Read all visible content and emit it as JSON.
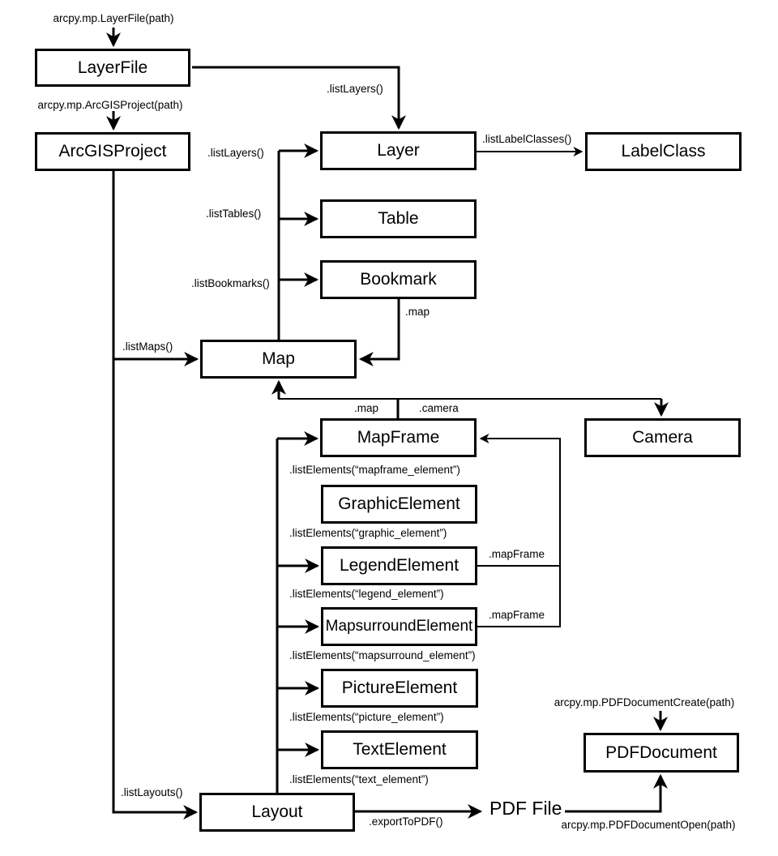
{
  "nodes": {
    "layerfile": "LayerFile",
    "arcgisproject": "ArcGISProject",
    "layer": "Layer",
    "labelclass": "LabelClass",
    "table": "Table",
    "bookmark": "Bookmark",
    "map": "Map",
    "mapframe": "MapFrame",
    "camera": "Camera",
    "graphicelement": "GraphicElement",
    "legendelement": "LegendElement",
    "mapsurroundelement": "MapsurroundElement",
    "pictureelement": "PictureElement",
    "textelement": "TextElement",
    "layout": "Layout",
    "pdfdocument": "PDFDocument",
    "pdffile": "PDF File"
  },
  "constructors": {
    "layerfile": "arcpy.mp.LayerFile(path)",
    "arcgisproject": "arcpy.mp.ArcGISProject(path)",
    "pdfdocument_create": "arcpy.mp.PDFDocumentCreate(path)",
    "pdfdocument_open": "arcpy.mp.PDFDocumentOpen(path)"
  },
  "methods": {
    "listlayers_layerfile": ".listLayers()",
    "listlabelclasses": ".listLabelClasses()",
    "listlayers_map": ".listLayers()",
    "listtables": ".listTables()",
    "listbookmarks": ".listBookmarks()",
    "map_from_bookmark": ".map",
    "listmaps": ".listMaps()",
    "map_from_mapframe": ".map",
    "camera": ".camera",
    "listelements_mapframe": ".listElements(“mapframe_element”)",
    "listelements_graphic": ".listElements(“graphic_element”)",
    "mapframe_from_legend": ".mapFrame",
    "listelements_legend": ".listElements(“legend_element”)",
    "mapframe_from_mapsurround": ".mapFrame",
    "listelements_mapsurround": ".listElements(“mapsurround_element”)",
    "listelements_picture": ".listElements(“picture_element”)",
    "listelements_text": ".listElements(“text_element”)",
    "listlayouts": ".listLayouts()",
    "exporttopdf": ".exportToPDF()"
  },
  "colors": {
    "line": "#000000",
    "box_background": "#ffffff",
    "text": "#000000"
  }
}
